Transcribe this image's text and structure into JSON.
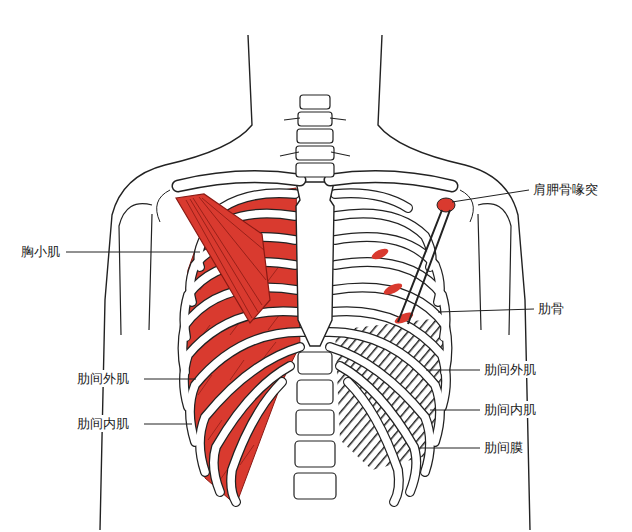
{
  "diagram": {
    "labels": [
      "胸小肌",
      "肋间外肌",
      "肋间内肌",
      "肩胛骨喙突",
      "肋骨",
      "肋间外肌",
      "肋间内肌",
      "肋间膜"
    ]
  }
}
